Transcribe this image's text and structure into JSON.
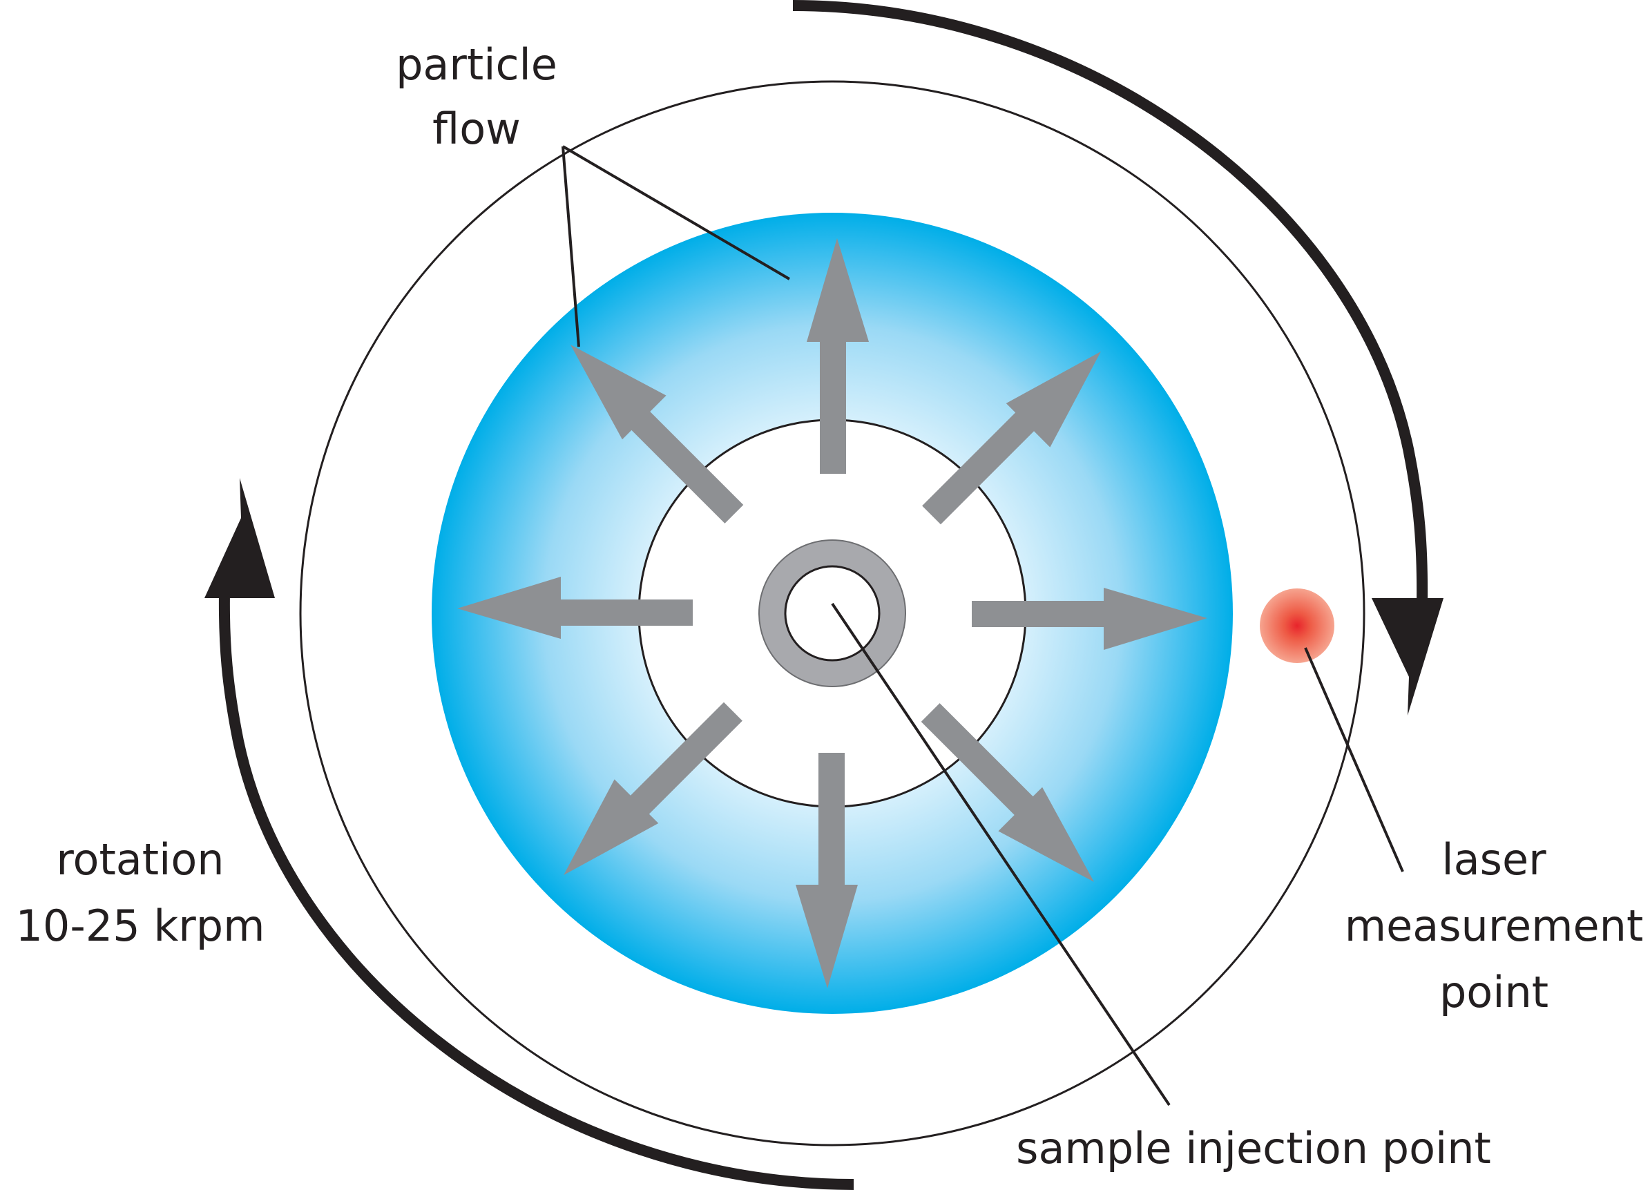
{
  "labels": {
    "particle_flow_line1": "particle",
    "particle_flow_line2": "flow",
    "rotation_line1": "rotation",
    "rotation_line2": "10-25 krpm",
    "laser_line1": "laser",
    "laser_line2": "measurement",
    "laser_line3": "point",
    "sample_injection": "sample injection point"
  },
  "colors": {
    "disc_edge": "#00aee8",
    "disc_center": "#dff3fd",
    "flow_arrows": "#8e9093",
    "injection_ring": "#a8a9ad",
    "rotation_arrows": "#231f20",
    "laser_spot_core": "#e8242b",
    "laser_spot_halo": "#f6a48f"
  },
  "flow_arrow_directions": [
    "up",
    "up-right",
    "right",
    "down-right",
    "down",
    "down-left",
    "left",
    "up-left"
  ],
  "rotation": "clockwise"
}
